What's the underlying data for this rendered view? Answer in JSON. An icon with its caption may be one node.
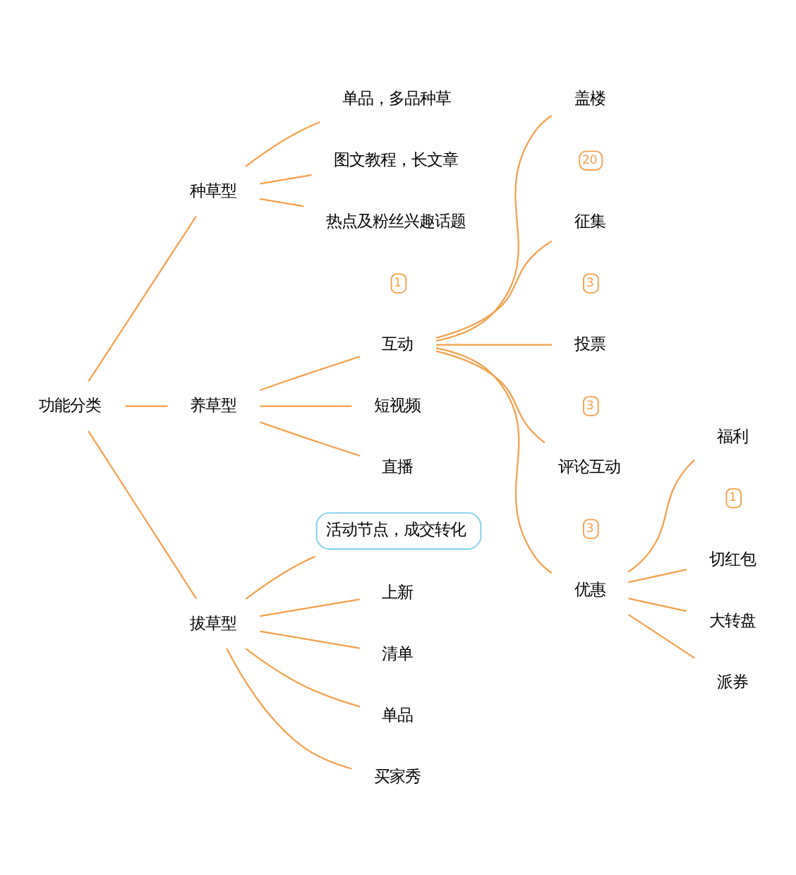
{
  "diagram": {
    "nodes": [
      {
        "text": [
          "功能分类"
        ]
      },
      {
        "text": [
          "种草型"
        ]
      },
      {
        "text": [
          "单品，多品种草"
        ]
      },
      {
        "text": [
          "图文教程，长文章"
        ]
      },
      {
        "text": [
          "热点及粉丝兴趣话题"
        ],
        "beside": [
          "1"
        ]
      },
      {
        "text": [
          "养草型"
        ]
      },
      {
        "text": [
          "互动"
        ]
      },
      {
        "text": [
          "盖楼"
        ],
        "beside": [
          "20"
        ]
      },
      {
        "text": [
          "征集"
        ],
        "beside": [
          "3"
        ]
      },
      {
        "text": [
          "投票"
        ],
        "beside": [
          "3"
        ]
      },
      {
        "text": [
          "评论互动"
        ],
        "beside": [
          "3"
        ]
      },
      {
        "text": [
          "优惠"
        ]
      },
      {
        "text": [
          "福利"
        ],
        "beside": [
          "1"
        ]
      },
      {
        "text": [
          "切红包"
        ]
      },
      {
        "text": [
          "大转盘"
        ]
      },
      {
        "text": [
          "派券"
        ]
      },
      {
        "text": [
          "短视频"
        ]
      },
      {
        "text": [
          "直播"
        ]
      },
      {
        "text": [
          "拔草型"
        ]
      },
      {
        "text": [
          "活动节点，成交转化"
        ]
      },
      {
        "text": [
          "上新"
        ]
      },
      {
        "text": [
          "清单"
        ]
      },
      {
        "text": [
          "单品"
        ]
      },
      {
        "text": [
          "买家秀"
        ]
      }
    ],
    "edges": [
      {
        "from": 0,
        "to": 1,
        "arrow": "none"
      },
      {
        "from": 1,
        "to": 2,
        "arrow": "none"
      },
      {
        "from": 1,
        "to": 3,
        "arrow": "none"
      },
      {
        "from": 1,
        "to": 4,
        "arrow": "none"
      },
      {
        "from": 0,
        "to": 5,
        "arrow": "none"
      },
      {
        "from": 5,
        "to": 6,
        "arrow": "none"
      },
      {
        "from": 6,
        "to": 7,
        "arrow": "none"
      },
      {
        "from": 6,
        "to": 8,
        "arrow": "none"
      },
      {
        "from": 6,
        "to": 9,
        "arrow": "none"
      },
      {
        "from": 6,
        "to": 10,
        "arrow": "none"
      },
      {
        "from": 6,
        "to": 11,
        "arrow": "none"
      },
      {
        "from": 11,
        "to": 12,
        "arrow": "none"
      },
      {
        "from": 11,
        "to": 13,
        "arrow": "none"
      },
      {
        "from": 11,
        "to": 14,
        "arrow": "none"
      },
      {
        "from": 11,
        "to": 15,
        "arrow": "none"
      },
      {
        "from": 5,
        "to": 16,
        "arrow": "none"
      },
      {
        "from": 5,
        "to": 17,
        "arrow": "none"
      },
      {
        "from": 0,
        "to": 18,
        "arrow": "none"
      },
      {
        "from": 18,
        "to": 19,
        "arrow": "none"
      },
      {
        "from": 18,
        "to": 20,
        "arrow": "none"
      },
      {
        "from": 18,
        "to": 21,
        "arrow": "none"
      },
      {
        "from": 18,
        "to": 22,
        "arrow": "none"
      },
      {
        "from": 18,
        "to": 23,
        "arrow": "none"
      }
    ]
  }
}
